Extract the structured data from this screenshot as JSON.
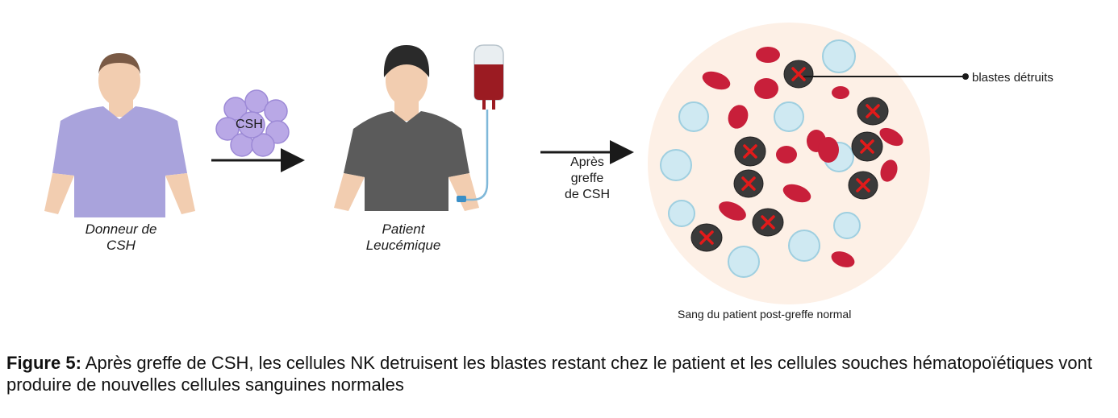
{
  "donor": {
    "label_line1": "Donneur de",
    "label_line2": "CSH"
  },
  "stem_cells": {
    "label": "CSH"
  },
  "patient": {
    "label_line1": "Patient",
    "label_line2": "Leucémique"
  },
  "transition": {
    "line1": "Après",
    "line2": "greffe",
    "line3": "de CSH"
  },
  "blood_view": {
    "annotation": "blastes détruits",
    "title": "Sang du patient post-greffe normal"
  },
  "caption": {
    "prefix": "Figure 5:",
    "text": " Après greffe de CSH, les cellules NK detruisent les blastes restant chez le patient et les cellules souches hématopoïétiques vont produire de nouvelles cellules sanguines normales"
  },
  "colors": {
    "donor_shirt": "#a9a3dc",
    "patient_shirt": "#5b5b5b",
    "skin": "#f2cdb0",
    "blood_bag": "#9b1b22",
    "circle_bg": "#fdf0e6",
    "rbc": "#c81f3a",
    "blast": "#3a3a3a",
    "wbc": "#cfe9f2",
    "cross": "#e21a1a"
  }
}
